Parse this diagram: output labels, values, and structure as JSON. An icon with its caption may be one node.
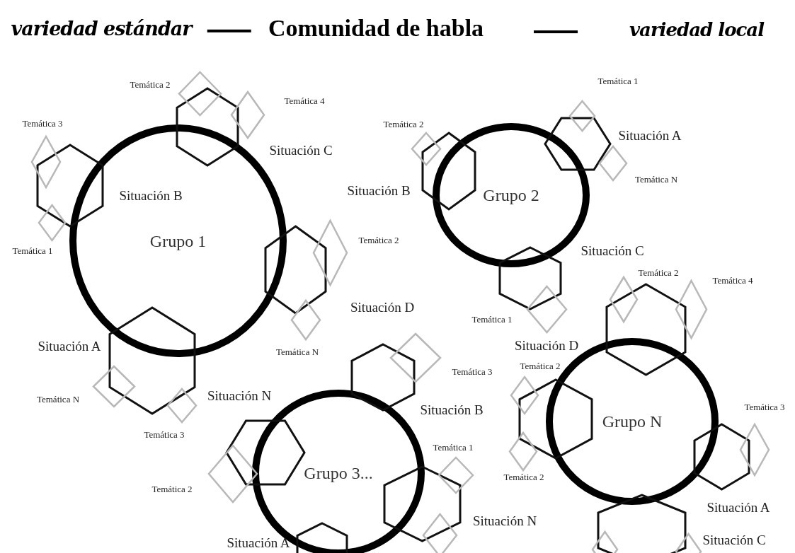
{
  "diagram": {
    "nodes": [
      {
        "text": [
          "variedad estándar"
        ]
      },
      {
        "text": [
          "Comunidad de habla"
        ]
      },
      {
        "text": [
          "variedad local"
        ]
      },
      {
        "text": [
          "Grupo 1"
        ]
      },
      {
        "text": [],
        "shape": "hexagon"
      },
      {
        "text": [],
        "shape": "hexagon"
      },
      {
        "text": [],
        "shape": "hexagon"
      },
      {
        "text": [],
        "shape": "hexagon"
      },
      {
        "text": [],
        "shape": "diamond"
      },
      {
        "text": [],
        "shape": "diamond"
      },
      {
        "text": [],
        "shape": "diamond"
      },
      {
        "text": [],
        "shape": "diamond"
      },
      {
        "text": [],
        "shape": "diamond"
      },
      {
        "text": [],
        "shape": "diamond"
      },
      {
        "text": [],
        "shape": "diamond"
      },
      {
        "text": [],
        "shape": "diamond"
      },
      {
        "text": [
          "Grupo 2"
        ]
      },
      {
        "text": [],
        "shape": "hexagon"
      },
      {
        "text": [],
        "shape": "hexagon"
      },
      {
        "text": [],
        "shape": "hexagon"
      },
      {
        "text": [],
        "shape": "diamond"
      },
      {
        "text": [],
        "shape": "diamond"
      },
      {
        "text": [],
        "shape": "diamond"
      },
      {
        "text": [],
        "shape": "diamond"
      },
      {
        "text": [
          "Grupo 3..."
        ]
      },
      {
        "text": [],
        "shape": "hexagon"
      },
      {
        "text": [],
        "shape": "hexagon"
      },
      {
        "text": [],
        "shape": "hexagon"
      },
      {
        "text": [],
        "shape": "hexagon"
      },
      {
        "text": [],
        "shape": "diamond"
      },
      {
        "text": [],
        "shape": "diamond"
      },
      {
        "text": [],
        "shape": "diamond"
      },
      {
        "text": [],
        "shape": "diamond"
      },
      {
        "text": [
          "Grupo N"
        ]
      },
      {
        "text": [],
        "shape": "hexagon"
      },
      {
        "text": [],
        "shape": "hexagon"
      },
      {
        "text": [],
        "shape": "hexagon"
      },
      {
        "text": [],
        "shape": "hexagon"
      },
      {
        "text": [],
        "shape": "diamond"
      },
      {
        "text": [],
        "shape": "diamond"
      },
      {
        "text": [],
        "shape": "diamond"
      },
      {
        "text": [],
        "shape": "diamond"
      },
      {
        "text": [],
        "shape": "diamond"
      },
      {
        "text": [],
        "shape": "diamond"
      },
      {
        "text": [],
        "shape": "diamond"
      }
    ],
    "edges": [
      {
        "from": 0,
        "to": 1,
        "arrow": "none"
      },
      {
        "from": 1,
        "to": 2,
        "arrow": "none"
      }
    ],
    "labels": [
      "Temática 1",
      "Temática 2",
      "Temática 4",
      "Temática 3",
      "Temática 2",
      "Situación A",
      "Situación C",
      "Temática N",
      "Situación B",
      "Situación B",
      "Temática 2",
      "Temática 1",
      "Situación C",
      "Temática 2",
      "Temática 4",
      "Situación D",
      "Temática 1",
      "Situación D",
      "Situación A",
      "Temática N",
      "Temática 2",
      "Temática 3",
      "Situación N",
      "Temática N",
      "Temática 3",
      "Situación B",
      "Temática 3",
      "Temática 1",
      "Temática 2",
      "Temática 2",
      "Situación A",
      "Situación N",
      "Situación C",
      "Situación A"
    ]
  }
}
